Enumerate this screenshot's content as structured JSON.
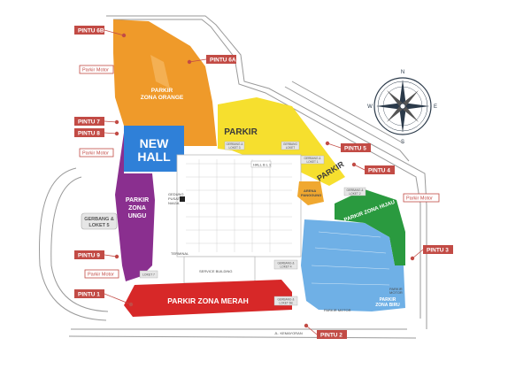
{
  "colors": {
    "orange": "#ef9a2a",
    "yellow": "#f6df2e",
    "purple": "#8a2f8f",
    "blue": "#2f7fd1",
    "new_hall": "#2f80d8",
    "green": "#2a9a3f",
    "red": "#d72828",
    "light_blue": "#6fb0e6",
    "tag_red": "#c24b45",
    "road_grey": "#9a9a9a",
    "parking_gold": "#f0a830"
  },
  "gates": {
    "pintu_6b": "PINTU 6B",
    "pintu_6a": "PINTU 6A",
    "pintu_7": "PINTU 7",
    "pintu_8": "PINTU 8",
    "pintu_9": "PINTU 9",
    "pintu_1": "PINTU 1",
    "pintu_2": "PINTU 2",
    "pintu_3": "PINTU 3",
    "pintu_4": "PINTU 4",
    "pintu_5": "PINTU 5"
  },
  "parkir_motor": {
    "top": "Parkir Motor",
    "left": "Parkir Motor",
    "bottom": "Parkir Motor",
    "right": "Parkir Motor"
  },
  "zones": {
    "orange": [
      "PARKIR",
      "ZONA ORANGE"
    ],
    "new_hall": [
      "NEW",
      "HALL"
    ],
    "parkir_yellow_1": "PARKIR",
    "parkir_yellow_2": "PARKIR",
    "purple": [
      "PARKIR",
      "ZONA",
      "UNGU"
    ],
    "red": "PARKIR ZONA MERAH",
    "green": "PARKIR ZONA HIJAU",
    "blue": [
      "PARKIR",
      "ZONA BIRU"
    ]
  },
  "gerbang": {
    "left": [
      "GERBANG &",
      "LOKET 5"
    ],
    "top": [
      "GERBANG &",
      "LOKET 3"
    ],
    "gerbang_loket": [
      "GERBANG",
      "LOKET"
    ],
    "right_top": [
      "GERBANG &",
      "LOKET 1"
    ],
    "right_bottom": [
      "GERBANG &",
      "LOKET 2"
    ],
    "center": [
      "GERBANG &",
      "LOKET 4"
    ],
    "bottom": [
      "GERBANG &",
      "LOKET 6B"
    ],
    "loket": "LOKET 7"
  },
  "labels": {
    "gedung": [
      "GEDUNG",
      "PUSAT",
      "NIAGA"
    ],
    "arena": [
      "ARENA",
      "PANGGUNG"
    ],
    "hall": "HALL B L 1",
    "parkir_motor_small": [
      "PARKIR",
      "MOTOR"
    ],
    "motor_small": "PARKIR MOTOR",
    "jalan": "JL. KEMAYORAN",
    "service": "SERVICE BUILDING",
    "terminal": "TERMINAL"
  },
  "compass": {
    "n": "N",
    "s": "S",
    "e": "E",
    "w": "W"
  }
}
